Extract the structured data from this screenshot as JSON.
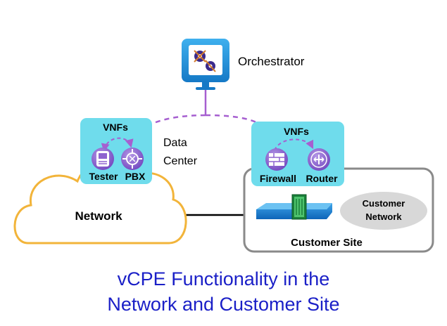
{
  "orchestrator": {
    "label": "Orchestrator",
    "icon": "gears-icon"
  },
  "data_center": {
    "vnfs_label": "VNFs",
    "label_line1": "Data",
    "label_line2": "Center",
    "functions": [
      {
        "label": "Tester",
        "icon": "tester-icon"
      },
      {
        "label": "PBX",
        "icon": "pbx-icon"
      }
    ]
  },
  "customer_vnfs": {
    "vnfs_label": "VNFs",
    "functions": [
      {
        "label": "Firewall",
        "icon": "firewall-icon"
      },
      {
        "label": "Router",
        "icon": "router-icon"
      }
    ]
  },
  "network": {
    "label": "Network"
  },
  "customer_site": {
    "label": "Customer Site",
    "customer_network_line1": "Customer",
    "customer_network_line2": "Network"
  },
  "caption": {
    "line1": "vCPE Functionality in the",
    "line2": "Network and Customer Site"
  },
  "colors": {
    "vnf_box": "#6fdcec",
    "dashed_link": "#a65fd0",
    "icon_purple": "#8e63cf",
    "orchestrator_blue": "#1e8fd6",
    "cloud_stroke": "#f2b43a",
    "site_border": "#888888",
    "caption_text": "#1a1fc7"
  }
}
